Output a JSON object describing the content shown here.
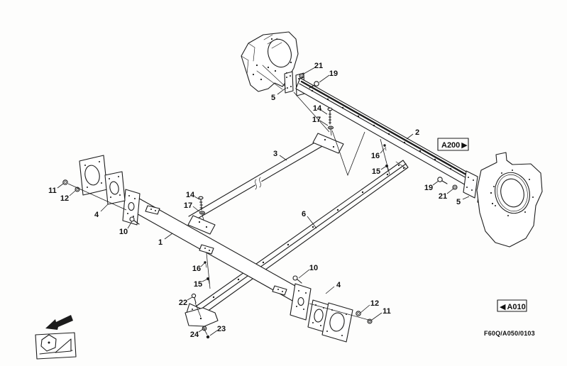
{
  "figure": {
    "code": "F60Q/A050/0103"
  },
  "nav_refs": {
    "forward": {
      "label": "A200",
      "arrow": "▶"
    },
    "back": {
      "label": "A010",
      "arrow": "◀"
    }
  },
  "colors": {
    "line": "#1c1c1c",
    "paper": "#fdfdfc"
  },
  "callouts": [
    {
      "label": "21"
    },
    {
      "label": "19"
    },
    {
      "label": "5"
    },
    {
      "label": "14"
    },
    {
      "label": "17"
    },
    {
      "label": "2"
    },
    {
      "label": "3"
    },
    {
      "label": "16"
    },
    {
      "label": "15"
    },
    {
      "label": "6"
    },
    {
      "label": "11"
    },
    {
      "label": "12"
    },
    {
      "label": "4"
    },
    {
      "label": "14"
    },
    {
      "label": "17"
    },
    {
      "label": "10"
    },
    {
      "label": "1"
    },
    {
      "label": "16"
    },
    {
      "label": "15"
    },
    {
      "label": "10"
    },
    {
      "label": "4"
    },
    {
      "label": "22"
    },
    {
      "label": "24"
    },
    {
      "label": "23"
    },
    {
      "label": "12"
    },
    {
      "label": "11"
    },
    {
      "label": "19"
    },
    {
      "label": "21"
    },
    {
      "label": "5"
    }
  ]
}
